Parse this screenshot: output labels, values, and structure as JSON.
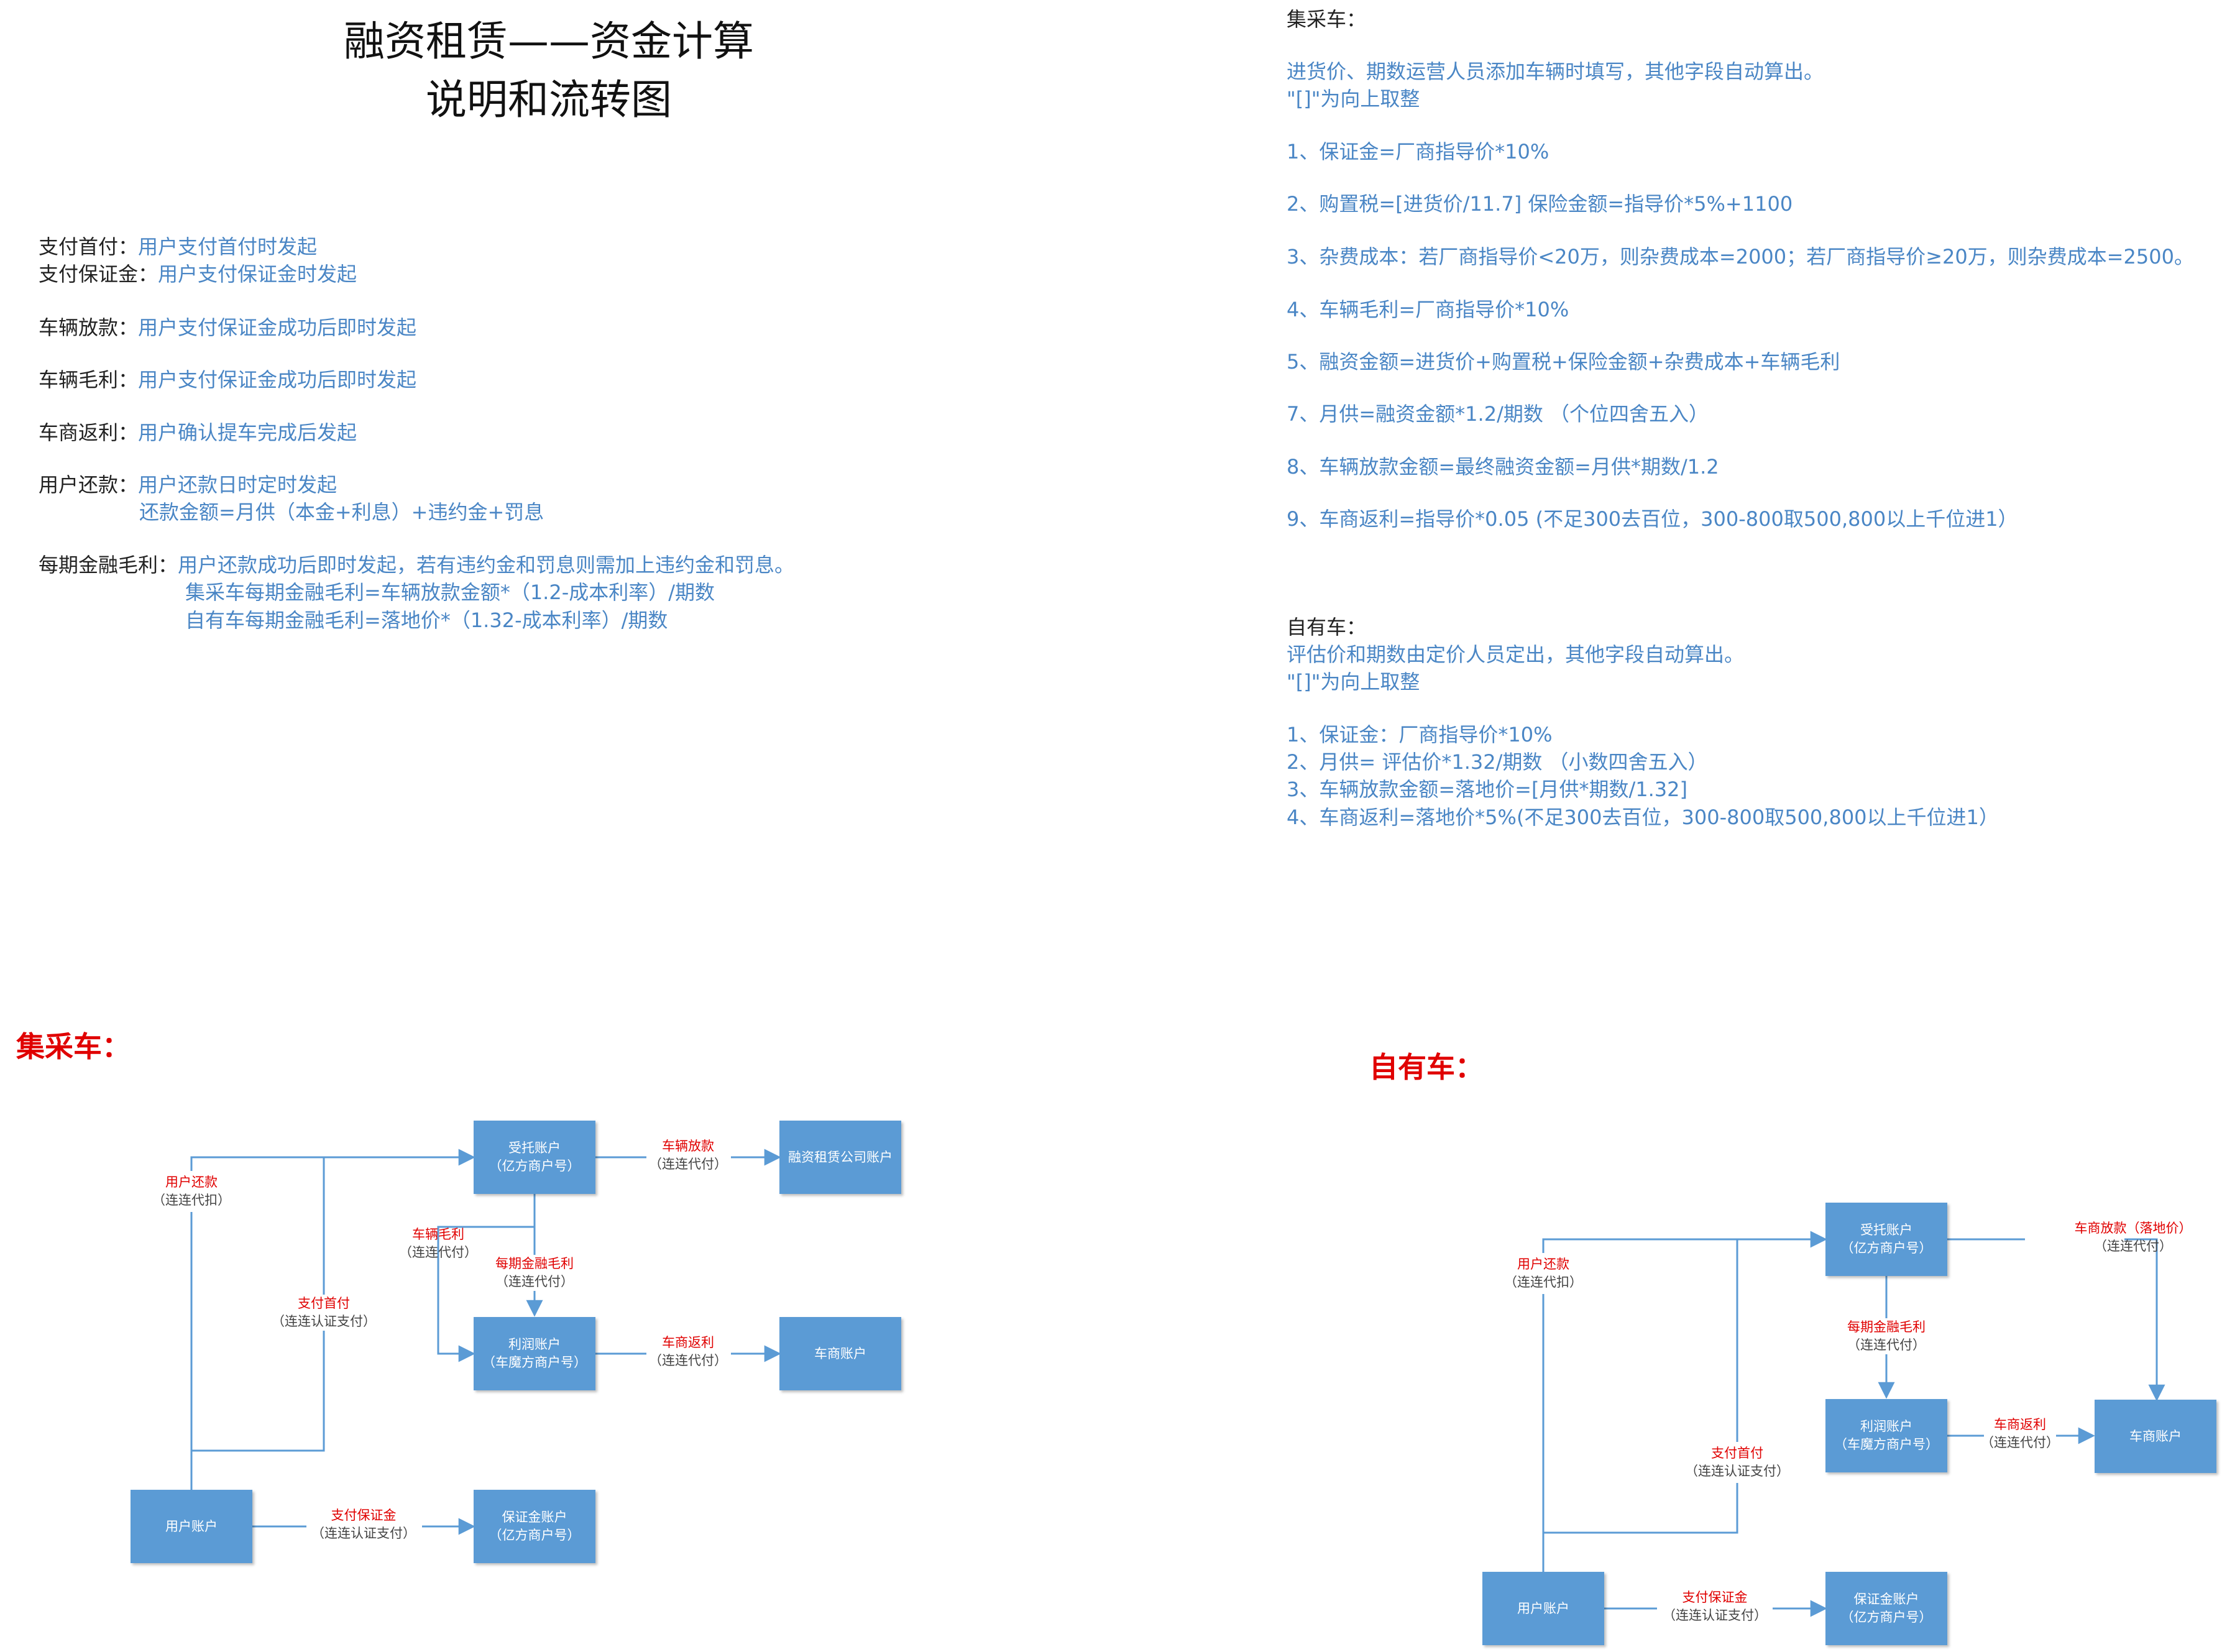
{
  "title": {
    "line1": "融资租赁——资金计算",
    "line2": "说明和流转图"
  },
  "triggers": [
    {
      "label": "支付首付：",
      "text": "用户支付首付时发起"
    },
    {
      "label": "支付保证金：",
      "text": "用户支付保证金时发起"
    },
    {
      "label": "车辆放款：",
      "text": "用户支付保证金成功后即时发起"
    },
    {
      "label": "车辆毛利：",
      "text": "用户支付保证金成功后即时发起"
    },
    {
      "label": "车商返利：",
      "text": "用户确认提车完成后发起"
    },
    {
      "label": "用户还款：",
      "text": "用户还款日时定时发起",
      "extra": "还款金额=月供（本金+利息）+违约金+罚息"
    },
    {
      "label": "每期金融毛利：",
      "text": "用户还款成功后即时发起，若有违约金和罚息则需加上违约金和罚息。",
      "extra1": "集采车每期金融毛利=车辆放款金额*（1.2-成本利率）/期数",
      "extra2": "自有车每期金融毛利=落地价*（1.32-成本利率）/期数"
    }
  ],
  "jicai_rules": {
    "heading": "集采车：",
    "intro1": "进货价、期数运营人员添加车辆时填写，其他字段自动算出。",
    "intro2": "\"[]\"为向上取整",
    "items": [
      "1、保证金=厂商指导价*10%",
      "2、购置税=[进货价/11.7]      保险金额=指导价*5%+1100",
      "3、杂费成本：若厂商指导价<20万，则杂费成本=2000；若厂商指导价≥20万，则杂费成本=2500。",
      "4、车辆毛利=厂商指导价*10%",
      "5、融资金额=进货价+购置税+保险金额+杂费成本+车辆毛利",
      "7、月供=融资金额*1.2/期数 （个位四舍五入）",
      "8、车辆放款金额=最终融资金额=月供*期数/1.2",
      "9、车商返利=指导价*0.05 (不足300去百位，300-800取500,800以上千位进1）"
    ]
  },
  "ziyou_rules": {
    "heading": "自有车：",
    "intro1": "评估价和期数由定价人员定出，其他字段自动算出。",
    "intro2": "\"[]\"为向上取整",
    "items": [
      "1、保证金：厂商指导价*10%",
      "2、月供= 评估价*1.32/期数    （小数四舍五入）",
      "3、车辆放款金额=落地价=[月供*期数/1.32]",
      "4、车商返利=落地价*5%(不足300去百位，300-800取500,800以上千位进1）"
    ]
  },
  "jicai_flow": {
    "heading": "集采车：",
    "boxes": {
      "trust": [
        "受托账户",
        "（亿方商户号）"
      ],
      "leasing": [
        "融资租赁公司账户"
      ],
      "profit": [
        "利润账户",
        "（车魔方商户号）"
      ],
      "dealer": [
        "车商账户"
      ],
      "user": [
        "用户账户"
      ],
      "deposit": [
        "保证金账户",
        "（亿方商户号）"
      ]
    },
    "labels": {
      "repay": [
        "用户还款",
        "（连连代扣）"
      ],
      "loan": [
        "车辆放款",
        "（连连代付）"
      ],
      "margin": [
        "车辆毛利",
        "（连连代付）"
      ],
      "fin_margin": [
        "每期金融毛利",
        "（连连代付）"
      ],
      "down": [
        "支付首付",
        "（连连认证支付）"
      ],
      "rebate": [
        "车商返利",
        "（连连代付）"
      ],
      "deposit_pay": [
        "支付保证金",
        "（连连认证支付）"
      ]
    }
  },
  "ziyou_flow": {
    "heading": "自有车：",
    "boxes": {
      "trust": [
        "受托账户",
        "（亿方商户号）"
      ],
      "profit": [
        "利润账户",
        "（车魔方商户号）"
      ],
      "dealer": [
        "车商账户"
      ],
      "user": [
        "用户账户"
      ],
      "deposit": [
        "保证金账户",
        "（亿方商户号）"
      ]
    },
    "labels": {
      "repay": [
        "用户还款",
        "（连连代扣）"
      ],
      "loan": [
        "车商放款（落地价）",
        "（连连代付）"
      ],
      "fin_margin": [
        "每期金融毛利",
        "（连连代付）"
      ],
      "rebate": [
        "车商返利",
        "（连连代付）"
      ],
      "down": [
        "支付首付",
        "（连连认证支付）"
      ],
      "deposit_pay": [
        "支付保证金",
        "（连连认证支付）"
      ]
    }
  }
}
